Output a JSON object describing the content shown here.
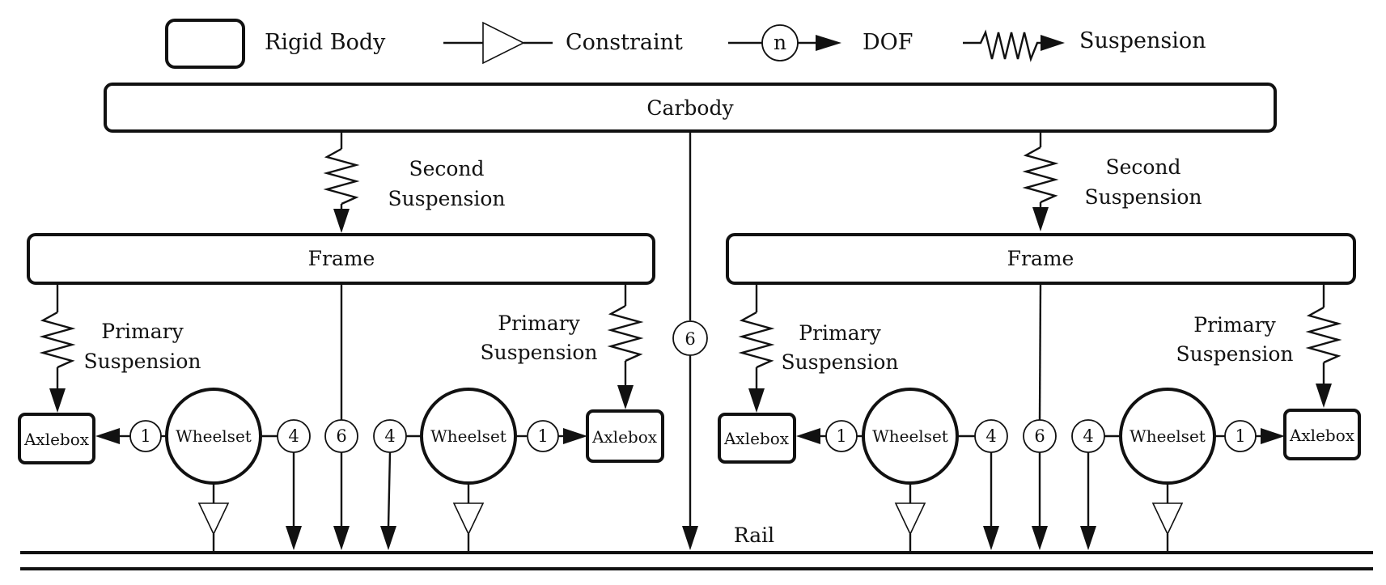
{
  "legend": {
    "rigid_body": "Rigid Body",
    "constraint": "Constraint",
    "dof_symbol": "n",
    "dof": "DOF",
    "suspension": "Suspension"
  },
  "carbody": "Carbody",
  "rail": "Rail",
  "bogies": [
    {
      "secondary_suspension": [
        "Second",
        "Suspension"
      ],
      "frame": "Frame",
      "left_primary_suspension": [
        "Primary",
        "Suspension"
      ],
      "right_primary_suspension": [
        "Primary",
        "Suspension"
      ],
      "left_axlebox": "Axlebox",
      "right_axlebox": "Axlebox",
      "left_wheelset": "Wheelset",
      "right_wheelset": "Wheelset",
      "axlebox_dof_left": "1",
      "axlebox_dof_right": "1",
      "wheelset_dof_left": "4",
      "wheelset_dof_right": "4",
      "frame_dof": "6"
    },
    {
      "secondary_suspension": [
        "Second",
        "Suspension"
      ],
      "frame": "Frame",
      "left_primary_suspension": [
        "Primary",
        "Suspension"
      ],
      "right_primary_suspension": [
        "Primary",
        "Suspension"
      ],
      "left_axlebox": "Axlebox",
      "right_axlebox": "Axlebox",
      "left_wheelset": "Wheelset",
      "right_wheelset": "Wheelset",
      "axlebox_dof_left": "1",
      "axlebox_dof_right": "1",
      "wheelset_dof_left": "4",
      "wheelset_dof_right": "4",
      "frame_dof": "6"
    }
  ],
  "carbody_dof": "6"
}
